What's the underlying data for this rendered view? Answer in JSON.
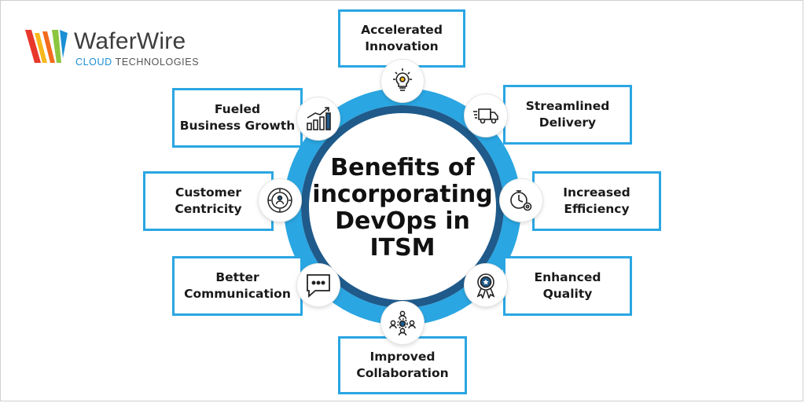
{
  "brand": {
    "name": "WaferWire",
    "tagline_accent": "CLOUD",
    "tagline_rest": " TECHNOLOGIES",
    "colors": {
      "orange": "#f26b1d",
      "green": "#8cc63f",
      "blue": "#1b8fd4",
      "red": "#e8372b",
      "yellow": "#f7b81c"
    }
  },
  "diagram": {
    "title": "Benefits of incorporating DevOps in ITSM",
    "ring_colors": {
      "outer": "#2aa6e2",
      "inner": "#1f5a8a"
    },
    "benefits": [
      {
        "label": "Accelerated\nInnovation",
        "icon": "lightbulb-gear-icon"
      },
      {
        "label": "Streamlined\nDelivery",
        "icon": "delivery-truck-icon"
      },
      {
        "label": "Increased\nEfficiency",
        "icon": "stopwatch-gear-icon"
      },
      {
        "label": "Enhanced\nQuality",
        "icon": "award-ribbon-icon"
      },
      {
        "label": "Improved\nCollaboration",
        "icon": "team-collaboration-icon"
      },
      {
        "label": "Better\nCommunication",
        "icon": "chat-bubble-icon"
      },
      {
        "label": "Customer\nCentricity",
        "icon": "customer-target-icon"
      },
      {
        "label": "Fueled\nBusiness Growth",
        "icon": "growth-chart-icon"
      }
    ]
  }
}
